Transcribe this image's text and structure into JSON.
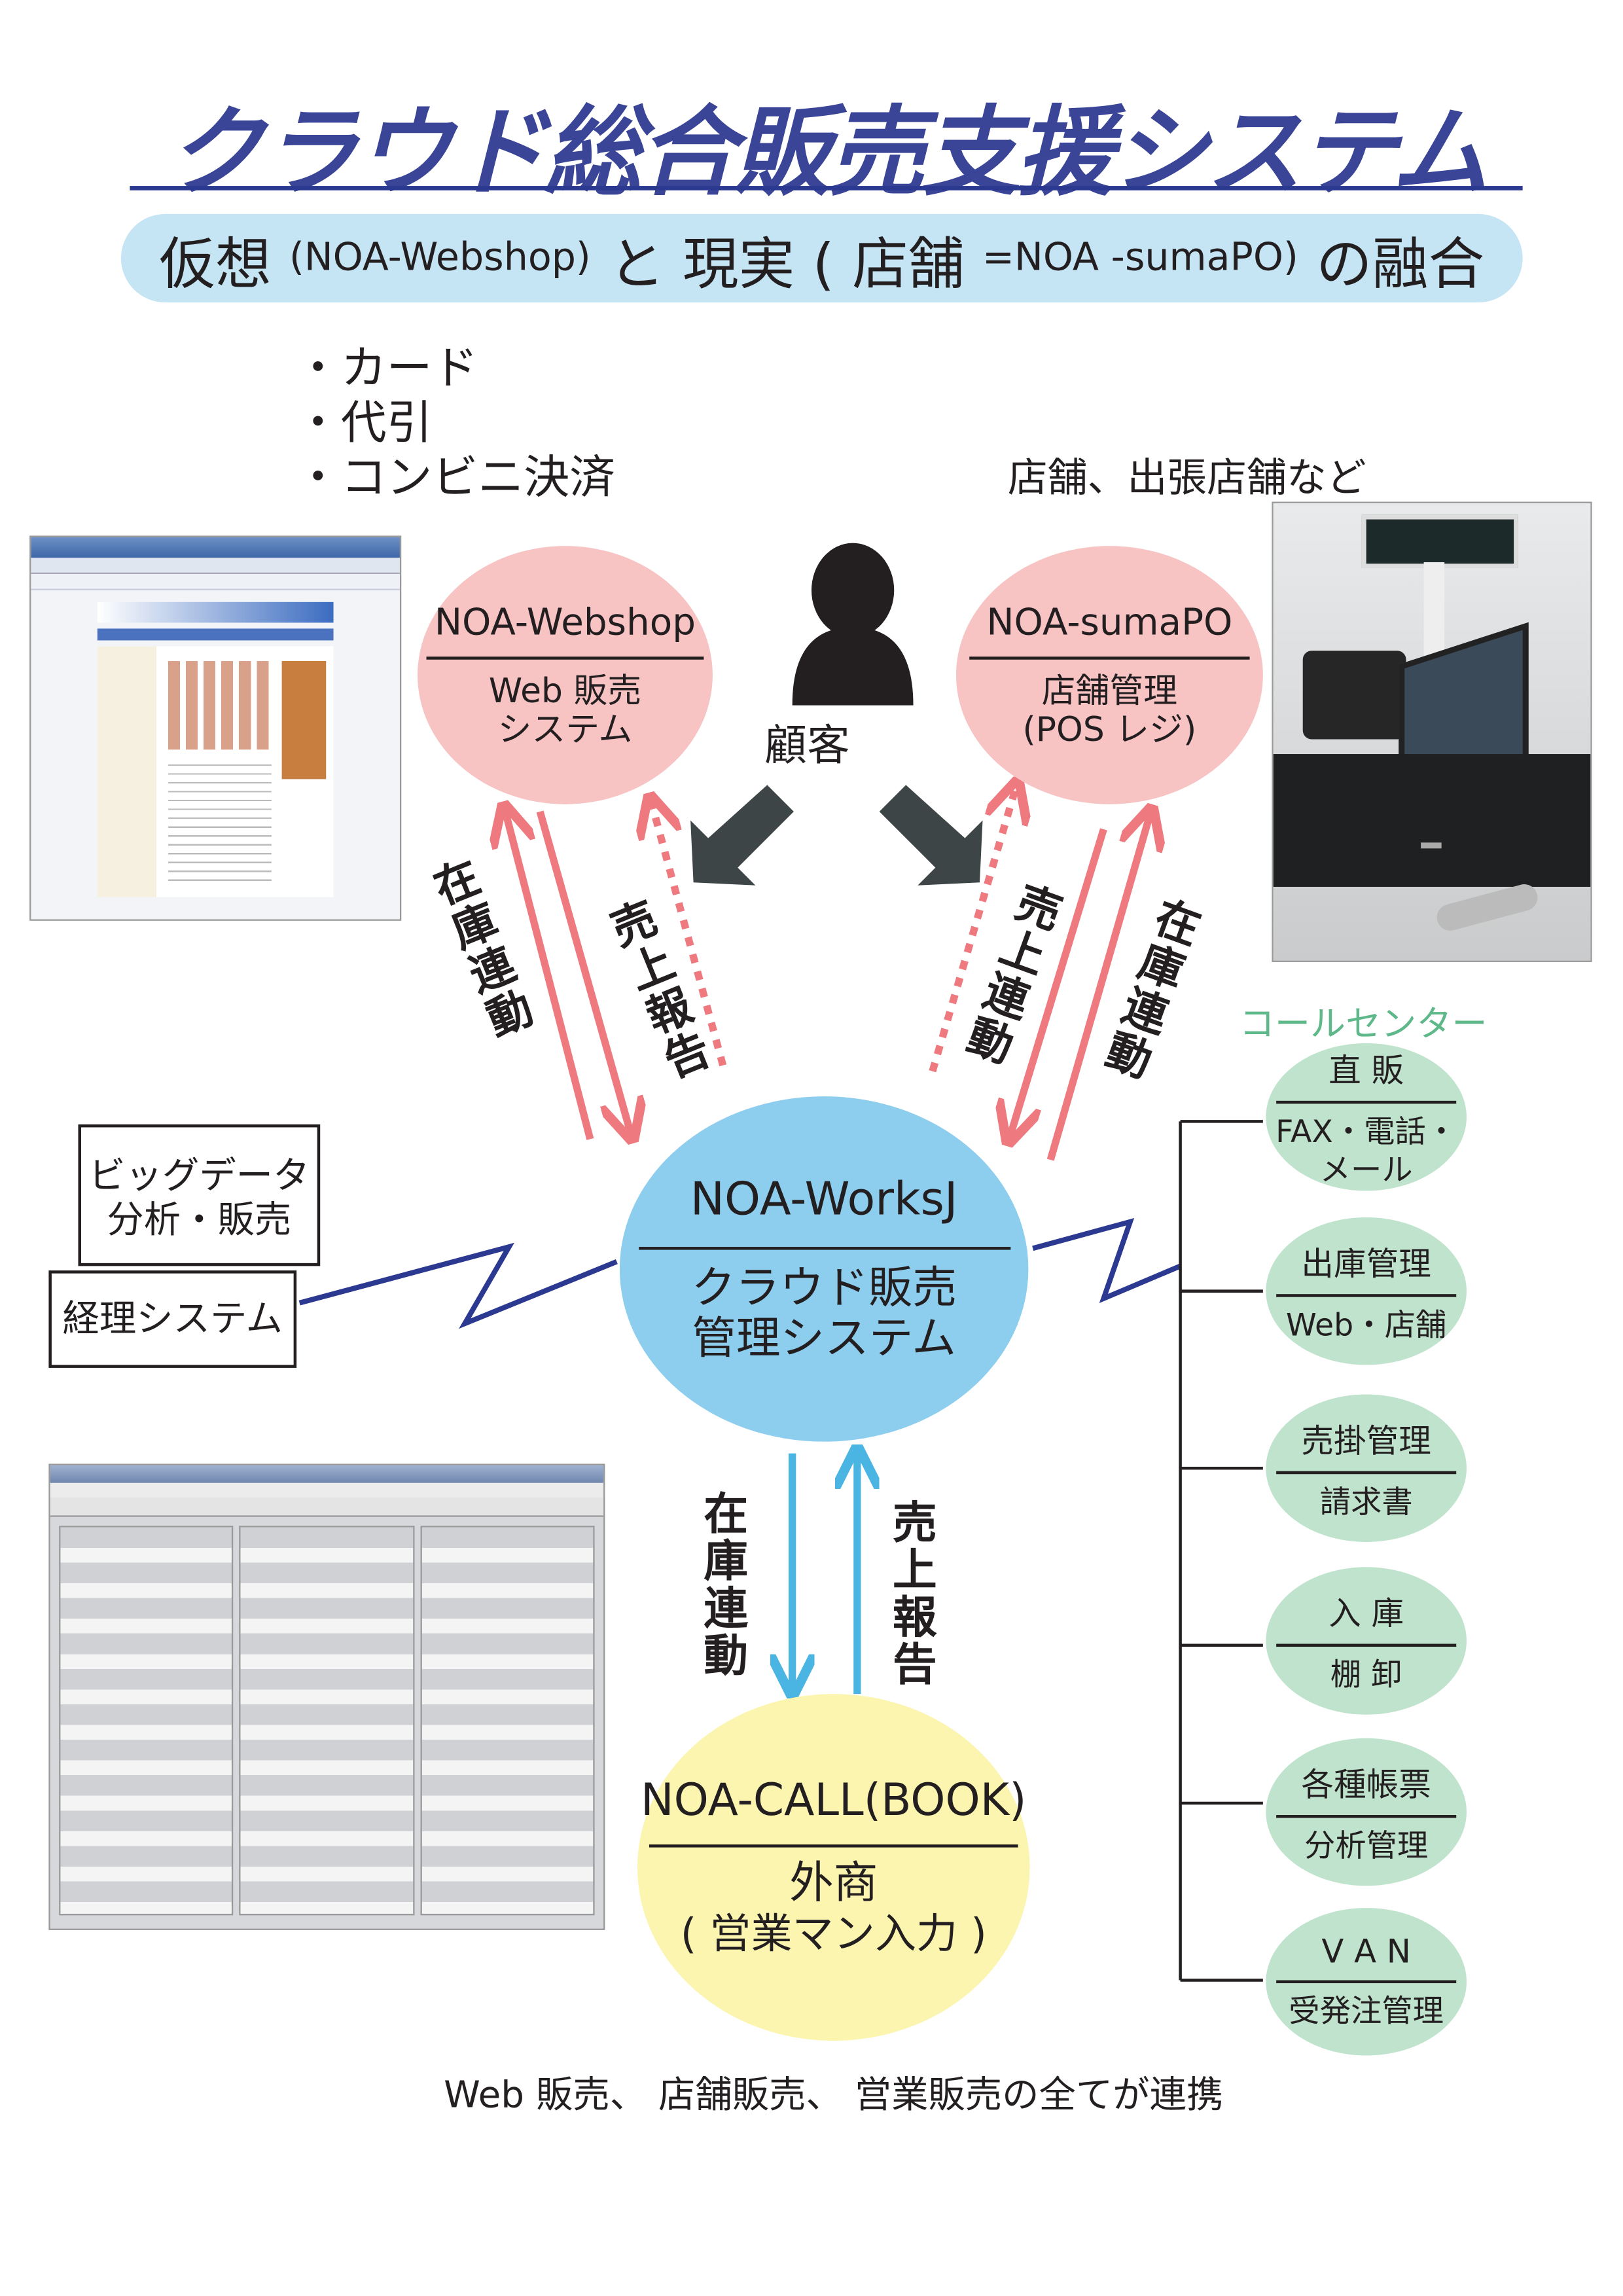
{
  "title": "クラウド総合販売支援システム",
  "subtitle": {
    "part1": "仮想",
    "part2": "(NOA-Webshop)",
    "part3": "と 現実 ( 店舗",
    "part4": "=NOA -sumaPO)",
    "part5": "の融合"
  },
  "payment_methods": [
    "・カード",
    "・代引",
    "・コンビニ決済"
  ],
  "store_caption": "店舗、出張店舗など",
  "customer_label": "顧客",
  "webshop": {
    "name": "NOA-Webshop",
    "line1": "Web 販売",
    "line2": "システム"
  },
  "sumapo": {
    "name": "NOA-sumaPO",
    "line1": "店舗管理",
    "line2": "(POS レジ)"
  },
  "works": {
    "name": "NOA-WorksJ",
    "line1": "クラウド販売",
    "line2": "管理システム"
  },
  "call": {
    "name": "NOA-CALL(BOOK)",
    "line1": "外商",
    "line2": "( 営業マン入力 )"
  },
  "flow_labels": {
    "left_stock": "在庫連動",
    "left_sales": "売上報告",
    "right_sales": "売上連動",
    "right_stock": "在庫連動",
    "bottom_stock": "在庫連動",
    "bottom_sales": "売上報告"
  },
  "side_boxes": {
    "bigdata_line1": "ビッグデータ",
    "bigdata_line2": "分析・販売",
    "accounting": "経理システム"
  },
  "call_center_label": "コールセンター",
  "modules": [
    {
      "top": "直 販",
      "bottom": "FAX・電話・メール"
    },
    {
      "top": "出庫管理",
      "bottom": "Web・店舗"
    },
    {
      "top": "売掛管理",
      "bottom": "請求書"
    },
    {
      "top": "入 庫",
      "bottom": "棚 卸"
    },
    {
      "top": "各種帳票",
      "bottom": "分析管理"
    },
    {
      "top": "V A N",
      "bottom": "受発注管理"
    }
  ],
  "footer": "Web 販売、 店舗販売、 営業販売の全てが連携",
  "colors": {
    "title": "#3a4597",
    "pill": "#c5e5f5",
    "pink": "#f7c3c3",
    "pink_arrow": "#ee7a80",
    "blue": "#8dcdee",
    "blue_arrow": "#4ab4e3",
    "yellow": "#fbf5b0",
    "green": "#bfe3cc",
    "call_center": "#5fb88a",
    "zigzag": "#2b3990",
    "dark_arrow": "#3d4547"
  }
}
